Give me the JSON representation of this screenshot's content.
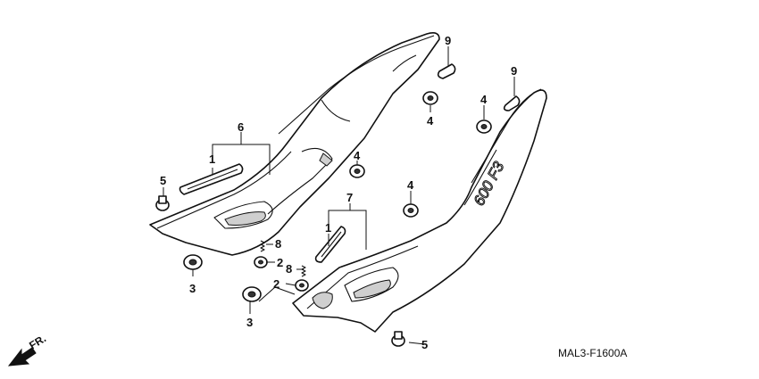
{
  "callouts": {
    "c1a": "1",
    "c1b": "1",
    "c2a": "2",
    "c2b": "2",
    "c3a": "3",
    "c3b": "3",
    "c4a": "4",
    "c4b": "4",
    "c4c": "4",
    "c4d": "4",
    "c5a": "5",
    "c5b": "5",
    "c6": "6",
    "c7": "7",
    "c8a": "8",
    "c8b": "8",
    "c9a": "9",
    "c9b": "9"
  },
  "embossed_text": "600 F3",
  "direction_label": "FR.",
  "diagram_code": "MAL3-F1600A"
}
